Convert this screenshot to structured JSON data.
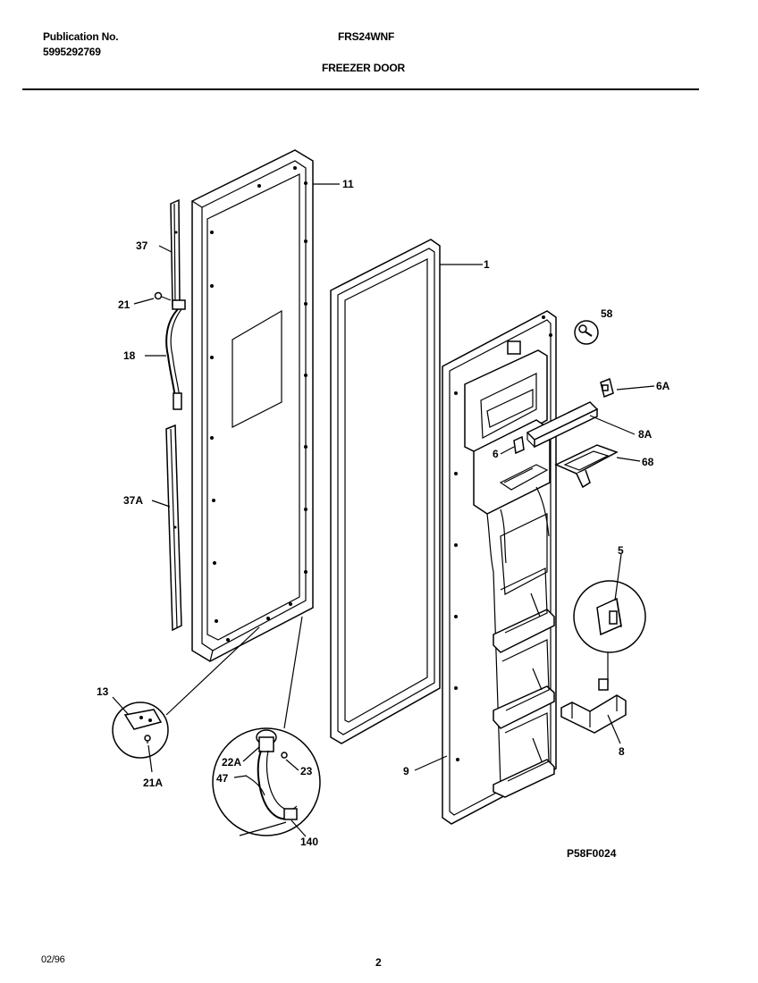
{
  "header": {
    "publication_label": "Publication No.",
    "publication_number": "5995292769",
    "model": "FRS24WNF",
    "section_title": "FREEZER DOOR"
  },
  "callouts": {
    "p11": "11",
    "p37": "37",
    "p21": "21",
    "p18": "18",
    "p37a": "37A",
    "p1": "1",
    "p58": "58",
    "p6a": "6A",
    "p8a": "8A",
    "p6": "6",
    "p68": "68",
    "p5": "5",
    "p8": "8",
    "p9": "9",
    "p13": "13",
    "p21a": "21A",
    "p22a": "22A",
    "p23": "23",
    "p47": "47",
    "p140": "140"
  },
  "figure_code": "P58F0024",
  "footer": {
    "date": "02/96",
    "page": "2"
  }
}
